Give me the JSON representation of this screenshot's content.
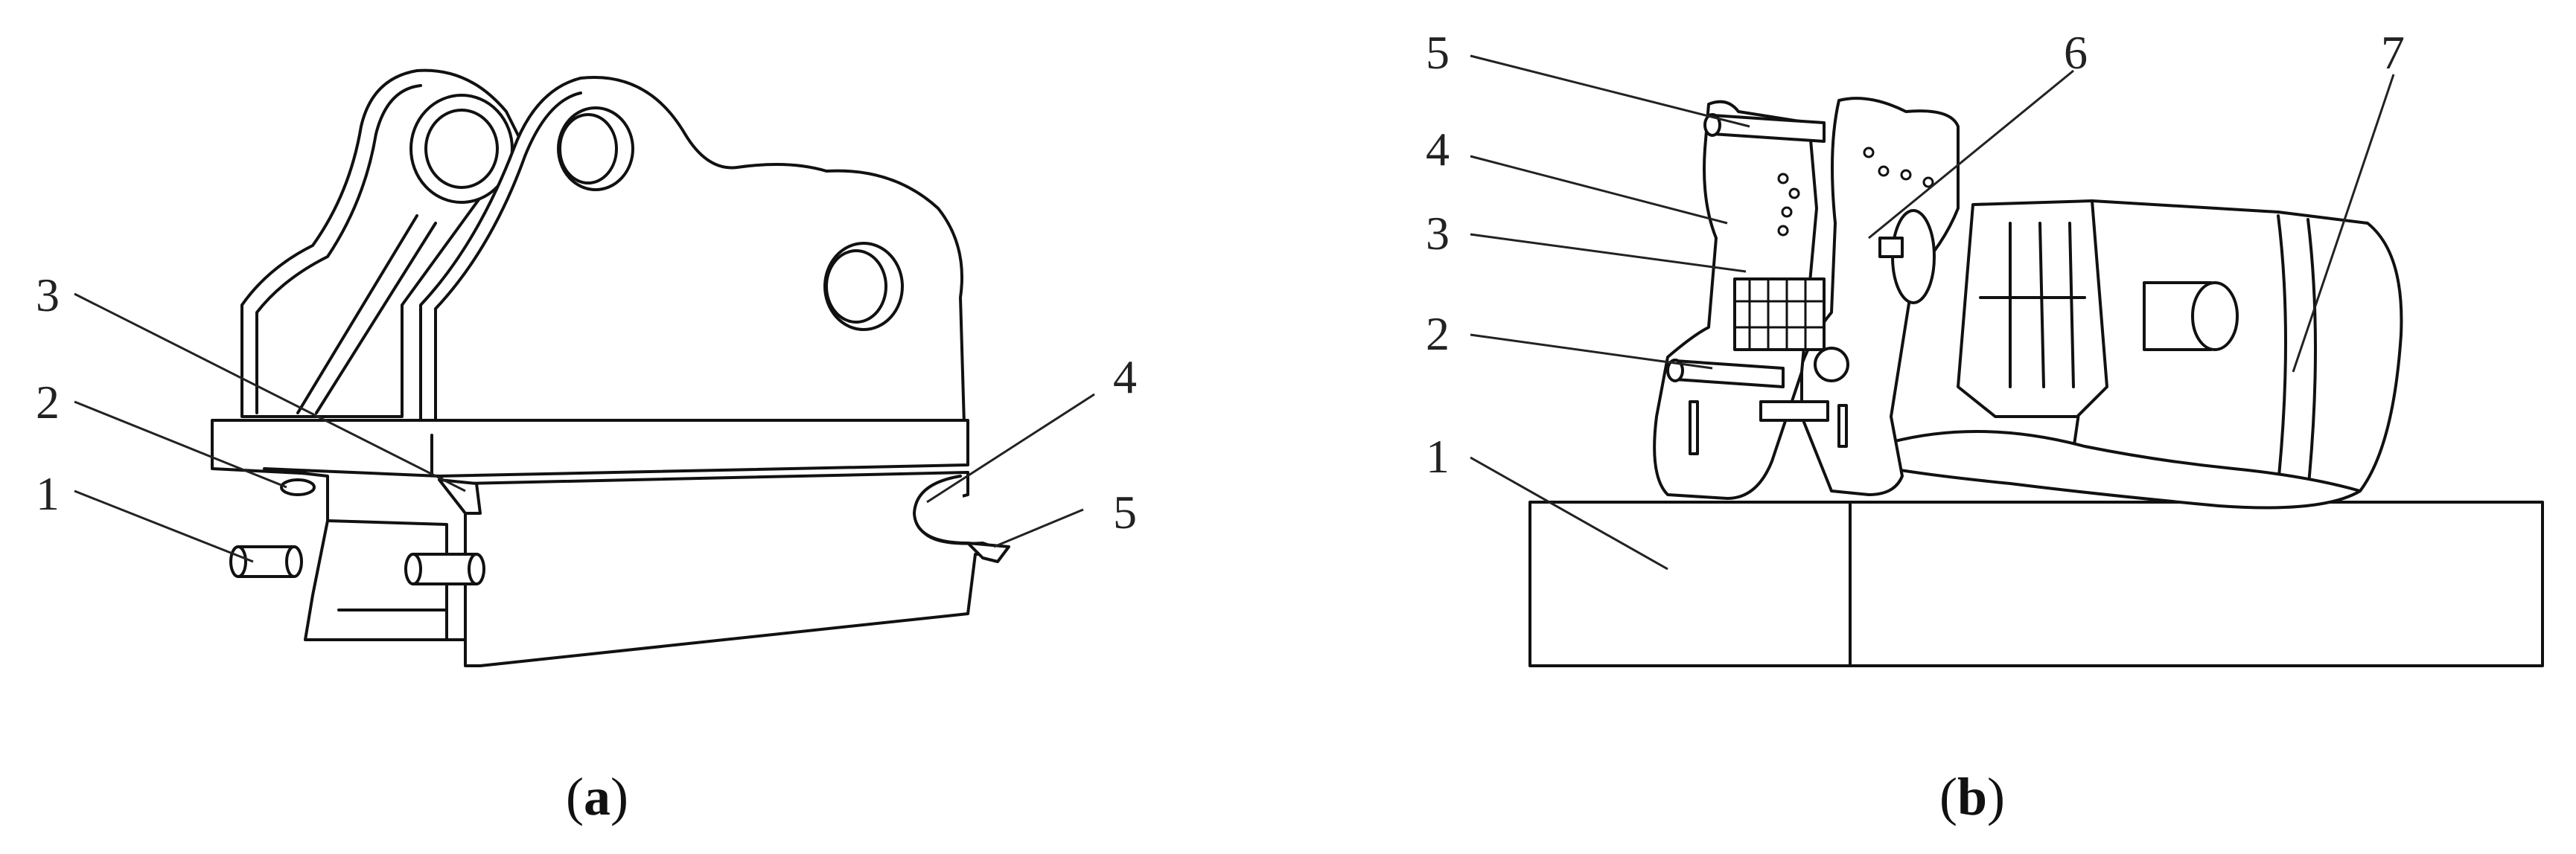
{
  "figure": {
    "panel_a": {
      "caption_letter": "a",
      "labels": [
        "1",
        "2",
        "3",
        "4",
        "5"
      ]
    },
    "panel_b": {
      "caption_letter": "b",
      "labels": [
        "1",
        "2",
        "3",
        "4",
        "5",
        "6",
        "7"
      ]
    }
  }
}
